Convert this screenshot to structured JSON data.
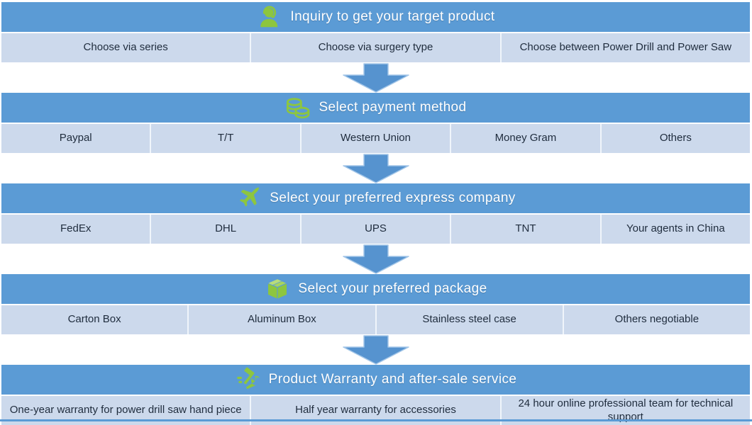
{
  "colors": {
    "header_bg": "#5b9bd5",
    "row_bg": "#ccd9ec",
    "arrow_fill": "#5693cf",
    "arrow_outline": "#a3c6e8",
    "icon_green": "#8dc63f",
    "header_text": "#ffffff",
    "row_text": "#1f2c3d",
    "divider": "#f0f5fb",
    "bottom_bar": "#5b9bd5"
  },
  "sections": [
    {
      "id": "inquiry",
      "icon": "support-agent-icon",
      "title": "Inquiry to get your target product",
      "options": [
        "Choose via series",
        "Choose via surgery type",
        "Choose between Power Drill and Power Saw"
      ]
    },
    {
      "id": "payment",
      "icon": "coins-icon",
      "title": "Select payment method",
      "options": [
        "Paypal",
        "T/T",
        "Western Union",
        "Money Gram",
        "Others"
      ]
    },
    {
      "id": "express",
      "icon": "airplane-icon",
      "title": "Select your preferred express company",
      "options": [
        "FedEx",
        "DHL",
        "UPS",
        "TNT",
        "Your agents in China"
      ]
    },
    {
      "id": "package",
      "icon": "package-box-icon",
      "title": "Select your preferred package",
      "options": [
        "Carton Box",
        "Aluminum Box",
        "Stainless steel case",
        "Others negotiable"
      ]
    },
    {
      "id": "warranty",
      "icon": "tools-icon",
      "title": "Product Warranty and after-sale service",
      "options": [
        "One-year warranty for power drill saw hand piece",
        "Half year warranty for accessories",
        "24 hour online professional team for technical support"
      ]
    }
  ]
}
